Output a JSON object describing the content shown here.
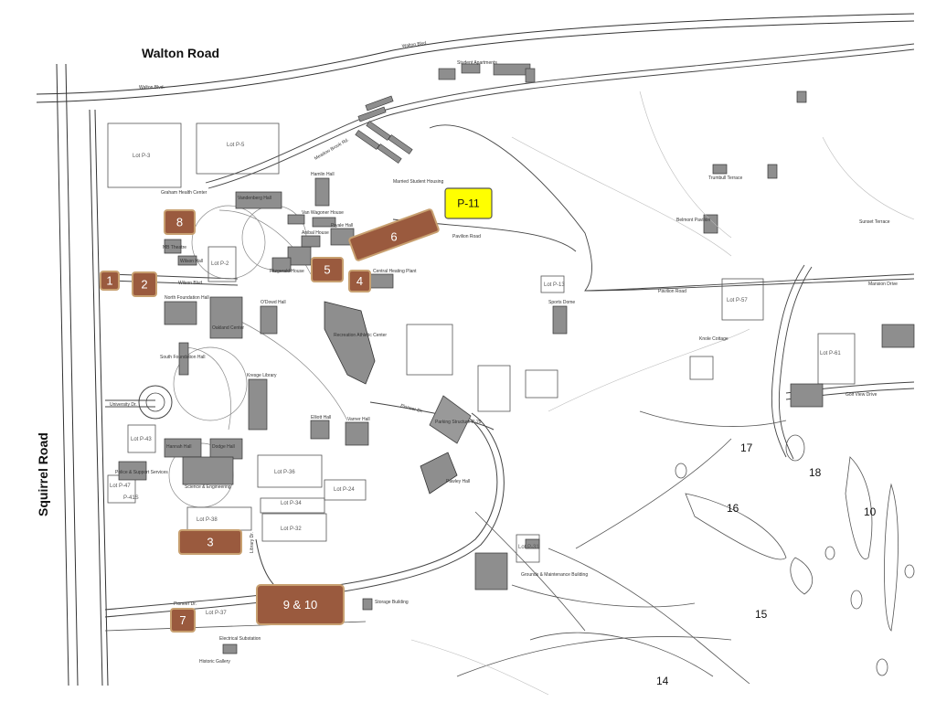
{
  "map_title": "",
  "roads": {
    "walton_road": "Walton Road",
    "squirrel_road": "Squirrel Road",
    "walton_blvd_top": "Walton Blvd.",
    "walton_blvd_left": "Walton Blvd.",
    "meadow_brook_rd": "Meadow Brook Rd.",
    "pavilion_road": "Pavilion Road",
    "pavilion_road_east": "Pavilion Road",
    "mansion_drive": "Mansion Drive",
    "golf_view_drive": "Golf View Drive",
    "university_dr": "University Dr.",
    "pioneer_dr": "Pioneer Dr.",
    "pioneer_dr_south": "Pioneer Dr.",
    "wilson_blvd": "Wilson Blvd.",
    "library_dr": "Library Dr."
  },
  "lots": {
    "p3": "Lot P-3",
    "p5": "Lot P-5",
    "p2": "Lot P-2",
    "p43": "Lot P-43",
    "p47": "Lot P-47",
    "p41s": "P-41S",
    "p36": "Lot P-36",
    "p38": "Lot P-38",
    "p34": "Lot P-34",
    "p32": "Lot P-32",
    "p24": "Lot P-24",
    "p37": "Lot P-37",
    "p13": "Lot P-13",
    "p57": "Lot P-57",
    "p61": "Lot P-61",
    "p31": "Lot P-31",
    "p29": "Parking Structure P-29"
  },
  "buildings": {
    "vandenberg": "Vandenberg Hall",
    "graham": "Graham Health Center",
    "hamlin": "Hamlin Hall",
    "van_wagoner": "Van Wagoner House",
    "married_housing": "Married Student Housing",
    "anibal": "Anibal House",
    "fitzgerald": "Fitzgerald House",
    "pryale": "Pryale Hall",
    "central_heating": "Central Heating Plant",
    "rec_center": "Recreation Athletic Center",
    "sports_dome": "Sports Dome",
    "varner": "Varner Hall",
    "elliott": "Elliott Hall",
    "kresge": "Kresge Library",
    "oakland_center": "Oakland Center",
    "north_foundation": "North Foundation Hall",
    "south_foundation": "South Foundation Hall",
    "odowd": "O'Dowd Hall",
    "wilson_hall": "Wilson Hall",
    "mb_theatre": "MB Theatre",
    "hannah": "Hannah Hall",
    "dodge": "Dodge Hall",
    "science": "Science & Engineering",
    "police": "Police & Support Services",
    "pawley": "Pawley Hall",
    "grounds": "Grounds & Maintenance Building",
    "storage": "Storage Building",
    "substation": "Electrical Substation",
    "historic_gallery": "Historic Gallery",
    "belmont": "Belmont Pavilion",
    "trumbull": "Trumbull Terrace",
    "sunset": "Sunset Terrace",
    "knole": "Knole Cottage",
    "student_apts": "Student Apartments"
  },
  "markers": [
    {
      "id": "1",
      "label": "1"
    },
    {
      "id": "2",
      "label": "2"
    },
    {
      "id": "3",
      "label": "3"
    },
    {
      "id": "4",
      "label": "4"
    },
    {
      "id": "5",
      "label": "5"
    },
    {
      "id": "6",
      "label": "6"
    },
    {
      "id": "7",
      "label": "7"
    },
    {
      "id": "8",
      "label": "8"
    },
    {
      "id": "9-10",
      "label": "9 & 10"
    }
  ],
  "highlight": {
    "label": "P-11"
  },
  "golf_holes": [
    "17",
    "18",
    "16",
    "10",
    "15",
    "14"
  ],
  "colors": {
    "marker_fill": "#9a5a3e",
    "marker_border": "#c8a070",
    "highlight_fill": "#ffff00",
    "building": "#8e8e8e"
  }
}
